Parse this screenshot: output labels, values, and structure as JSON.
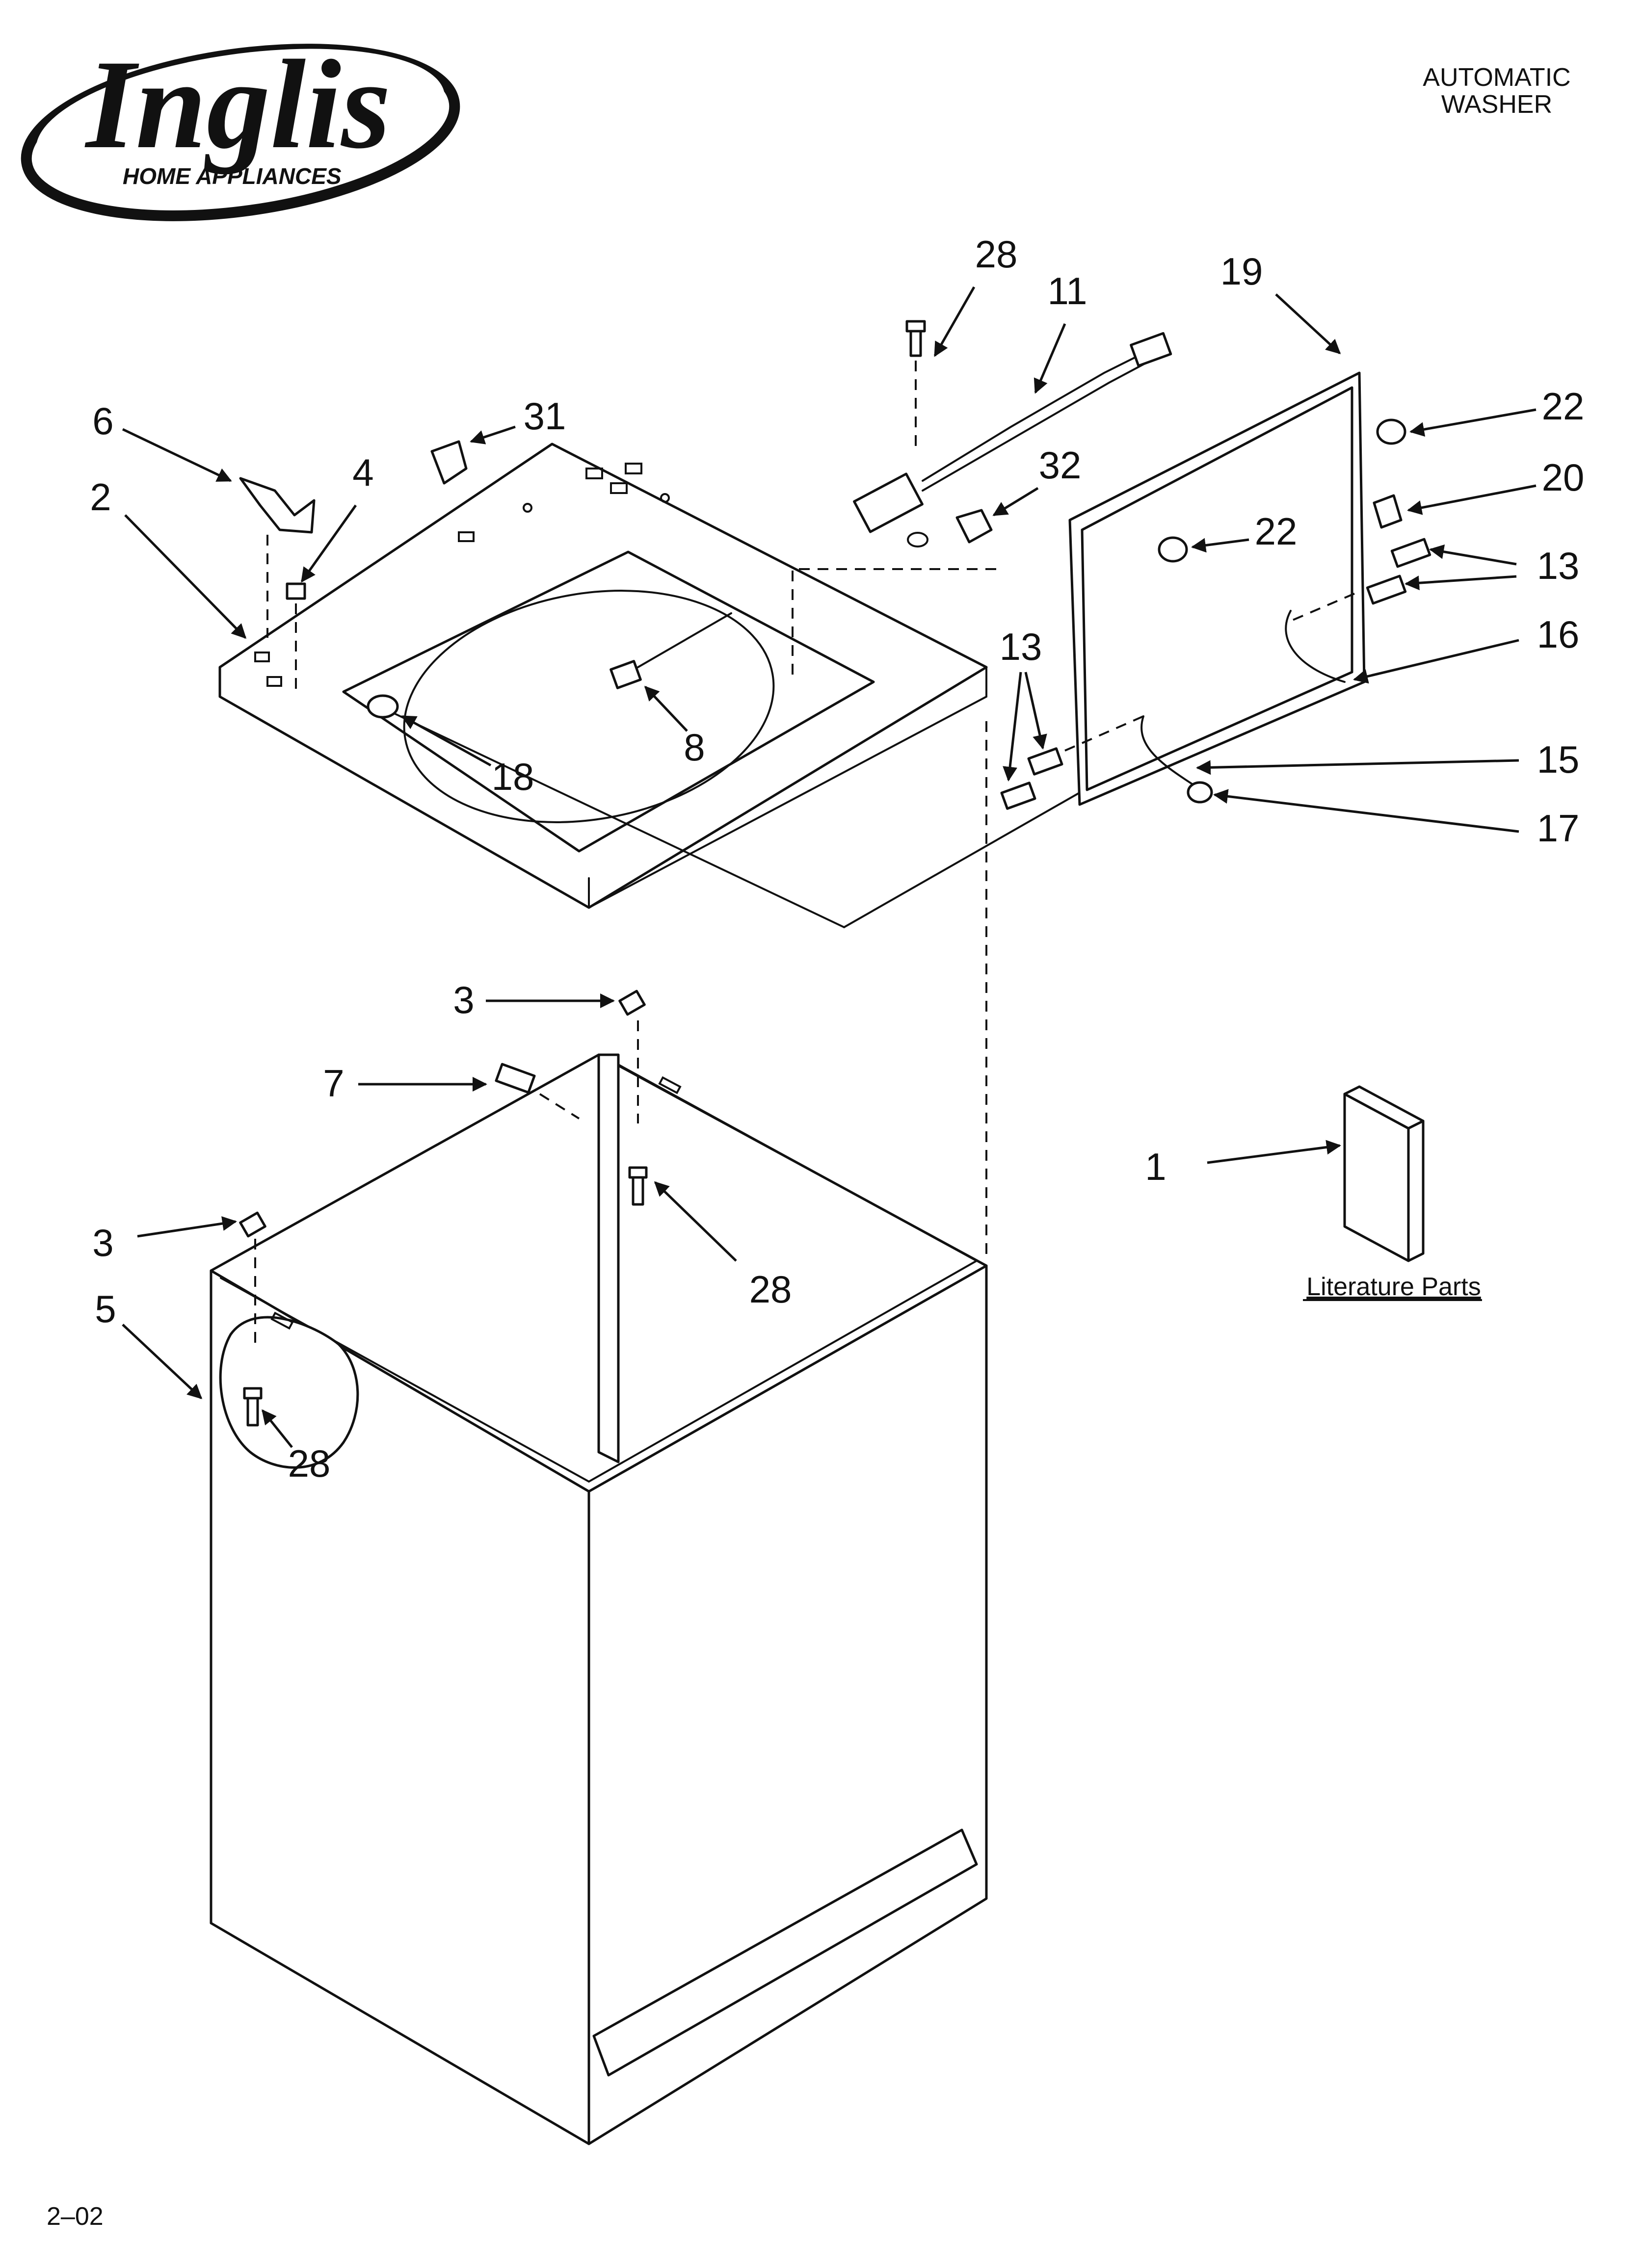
{
  "header": {
    "brand_logo_text": "Inglis",
    "brand_logo_subtext": "HOME APPLIANCES",
    "title_line1": "AUTOMATIC",
    "title_line2": "WASHER"
  },
  "callouts": {
    "c28_top": "28",
    "c11": "11",
    "c19": "19",
    "c6": "6",
    "c31": "31",
    "c4": "4",
    "c2": "2",
    "c32": "32",
    "c22_right": "22",
    "c20": "20",
    "c22_mid": "22",
    "c13_right": "13",
    "c16": "16",
    "c13_left": "13",
    "c15": "15",
    "c17": "17",
    "c8": "8",
    "c18": "18",
    "c3_upper": "3",
    "c7": "7",
    "c28_mid": "28",
    "c1": "1",
    "c3_lower": "3",
    "c5": "5",
    "c28_lower": "28"
  },
  "literature": {
    "label": "Literature Parts"
  },
  "footer": {
    "code": "2–02"
  }
}
